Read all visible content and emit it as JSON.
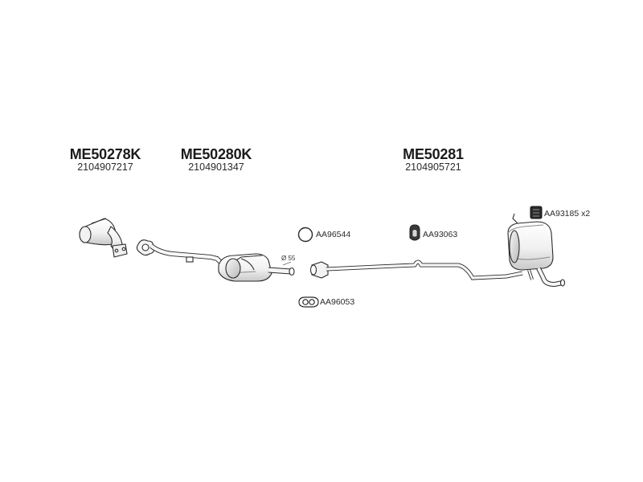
{
  "parts": [
    {
      "code": "ME50278K",
      "oem": "2104907217"
    },
    {
      "code": "ME50280K",
      "oem": "2104901347"
    },
    {
      "code": "ME50281",
      "oem": "2104905721"
    }
  ],
  "accessories": {
    "ring": "AA96544",
    "clamp": "AA93063",
    "gasket": "AA96053",
    "hanger": "AA93185 x2"
  },
  "dimension": "Ø 55",
  "colors": {
    "line": "#2a2a2a",
    "fill": "#ffffff",
    "shade": "#d8d8d8"
  }
}
